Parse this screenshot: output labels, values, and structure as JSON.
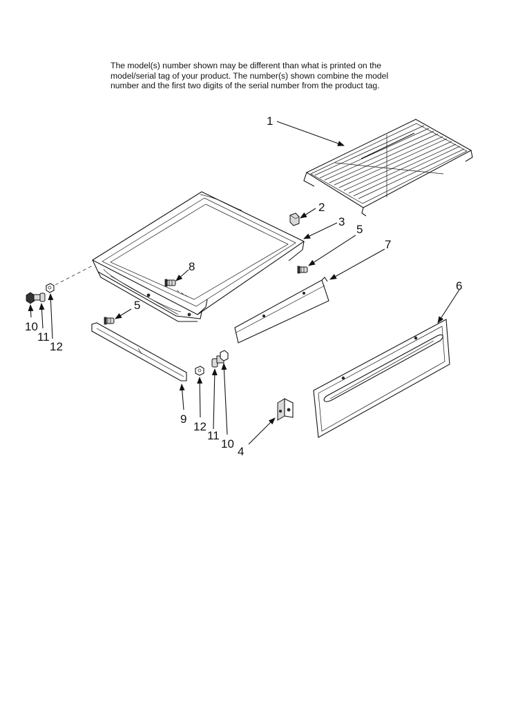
{
  "note_lines": [
    "The model(s) number shown may be different than what is printed on the",
    "model/serial tag of your product. The number(s) shown combine the model",
    "number and the first two digits of the serial number from the product tag."
  ],
  "callouts": {
    "c1": "1",
    "c2": "2",
    "c3": "3",
    "c4": "4",
    "c5a": "5",
    "c5b": "5",
    "c6": "6",
    "c7": "7",
    "c8": "8",
    "c9": "9",
    "c10a": "10",
    "c10b": "10",
    "c11a": "11",
    "c11b": "11",
    "c12a": "12",
    "c12b": "12"
  }
}
